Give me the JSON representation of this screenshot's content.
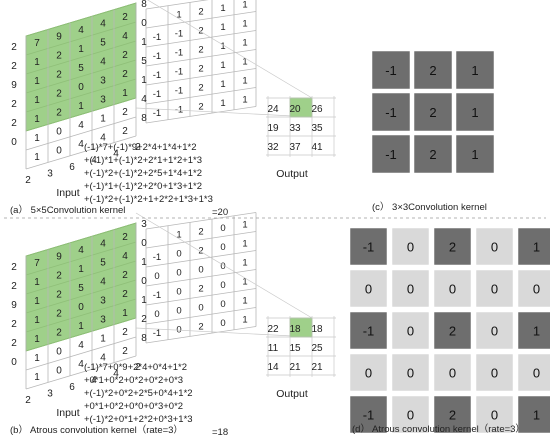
{
  "panel_a": {
    "caption": "(a） 5×5Convolution kernel",
    "input_label": "Input",
    "output_label": "Output",
    "layer1": [
      "8",
      "0",
      "1",
      "5",
      "1",
      "4",
      "8"
    ],
    "layer2": [
      [
        "1",
        "2",
        "1",
        "1"
      ],
      [
        "-1",
        "-1",
        "2",
        "1",
        "1"
      ],
      [
        "-1",
        "-1",
        "2",
        "1",
        "1"
      ],
      [
        "-1",
        "-1",
        "2",
        "1",
        "1"
      ],
      [
        "-1",
        "-1",
        "2",
        "1",
        "1"
      ],
      [
        "-1",
        "-1",
        "2",
        "1",
        "1"
      ]
    ],
    "grid": [
      [
        "7",
        "9",
        "4",
        "4",
        "2"
      ],
      [
        "1",
        "2",
        "1",
        "5",
        "4"
      ],
      [
        "1",
        "2",
        "5",
        "4",
        "2"
      ],
      [
        "1",
        "2",
        "0",
        "3",
        "2"
      ],
      [
        "1",
        "2",
        "1",
        "3",
        "1"
      ],
      [
        "1",
        "0",
        "4",
        "1",
        "2"
      ],
      [
        "1",
        "0",
        "4",
        "4",
        "2"
      ]
    ],
    "left_col": [
      "2",
      "2",
      "9",
      "2",
      "2",
      "0"
    ],
    "bottom_row": [
      "2",
      "3",
      "6",
      "4",
      "4",
      "2"
    ],
    "output": [
      [
        "24",
        "20",
        "26"
      ],
      [
        "19",
        "33",
        "35"
      ],
      [
        "32",
        "37",
        "41"
      ]
    ],
    "formula": [
      "(-1)*7+(-1)*9+2*4+1*4+1*2",
      "+(-1)*1+(-1)*2+2*1+1*2+1*3",
      "+(-1)*2+(-1)*2+2*5+1*4+1*2",
      "+(-1)*1+(-1)*2+2*0+1*3+1*2",
      "+(-1)*2+(-1)*2+1+2*2+1*3+1*3",
      "=20"
    ]
  },
  "panel_b": {
    "caption": "(b） Atrous convolution kernel（rate=3）",
    "input_label": "Input",
    "output_label": "Output",
    "layer1": [
      "3",
      "0",
      "1",
      "0",
      "1",
      "2",
      "8"
    ],
    "layer2": [
      [
        "1",
        "2",
        "0",
        "1"
      ],
      [
        "-1",
        "0",
        "2",
        "0",
        "1"
      ],
      [
        "0",
        "0",
        "0",
        "0",
        "1"
      ],
      [
        "-1",
        "0",
        "2",
        "0",
        "1"
      ],
      [
        "0",
        "0",
        "0",
        "0",
        "1"
      ],
      [
        "-1",
        "0",
        "2",
        "0",
        "1"
      ]
    ],
    "grid": [
      [
        "7",
        "9",
        "4",
        "4",
        "2"
      ],
      [
        "1",
        "2",
        "1",
        "5",
        "4"
      ],
      [
        "1",
        "2",
        "5",
        "4",
        "2"
      ],
      [
        "1",
        "2",
        "0",
        "3",
        "2"
      ],
      [
        "1",
        "2",
        "1",
        "3",
        "1"
      ],
      [
        "1",
        "0",
        "4",
        "1",
        "2"
      ],
      [
        "1",
        "0",
        "4",
        "4",
        "2"
      ]
    ],
    "left_col": [
      "2",
      "2",
      "9",
      "2",
      "2",
      "0"
    ],
    "bottom_row": [
      "2",
      "3",
      "6",
      "4",
      "4",
      "2"
    ],
    "output": [
      [
        "22",
        "18",
        "18"
      ],
      [
        "11",
        "15",
        "25"
      ],
      [
        "14",
        "21",
        "21"
      ]
    ],
    "formula": [
      "(-1)*7+0*9+2*4+0*4+1*2",
      "+0*1+0*2+0*2+0*2+0*3",
      "+(-1)*2+0*2+2*5+0*4+1*2",
      "+0*1+0*2+0*0+0*3+0*2",
      "+(-1)*2+0*1+2*2+0*3+1*3",
      "=18"
    ]
  },
  "panel_c": {
    "caption": "(c） 3×3Convolution kernel",
    "kernel": [
      [
        "-1",
        "2",
        "1"
      ],
      [
        "-1",
        "2",
        "1"
      ],
      [
        "-1",
        "2",
        "1"
      ]
    ]
  },
  "panel_d": {
    "caption": "(d） Atrous convolution kernel（rate=3）",
    "kernel": [
      [
        "-1",
        "0",
        "2",
        "0",
        "1"
      ],
      [
        "0",
        "0",
        "0",
        "0",
        "0"
      ],
      [
        "-1",
        "0",
        "2",
        "0",
        "1"
      ],
      [
        "0",
        "0",
        "0",
        "0",
        "0"
      ],
      [
        "-1",
        "0",
        "2",
        "0",
        "1"
      ]
    ]
  },
  "colors": {
    "highlight": "#9fd08a",
    "highlight_edge": "#6aa84f",
    "kernel_dark": "#6e6e6e",
    "kernel_light": "#d9d9d9",
    "grid_line": "#b8b8b8",
    "divider": "#9a9a9a"
  }
}
